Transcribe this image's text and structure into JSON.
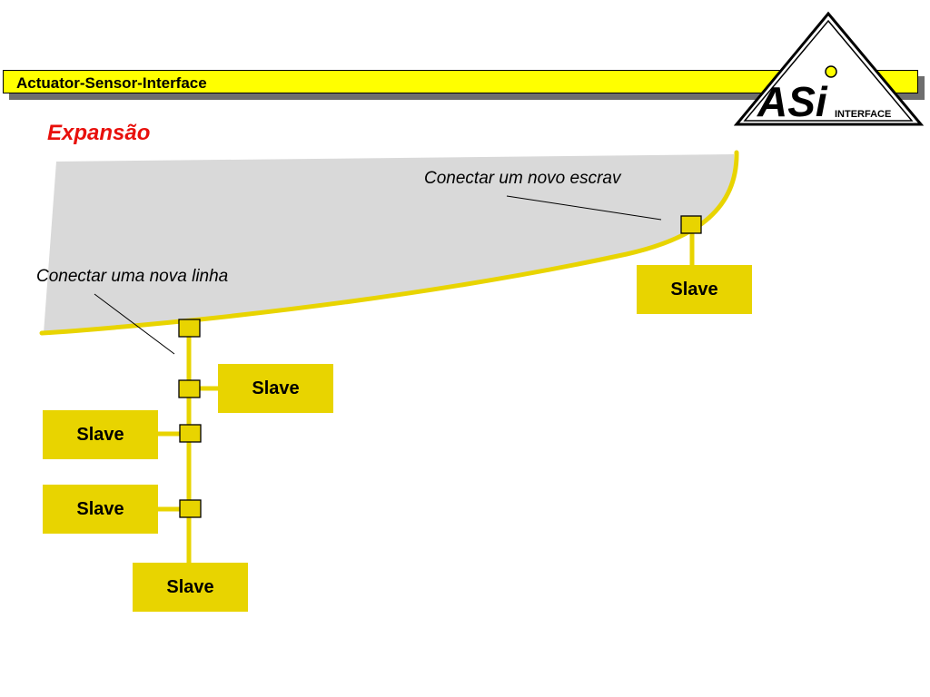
{
  "header": {
    "banner_text": "Actuator-Sensor-Interface",
    "logo_main": "ASi",
    "logo_sub": "INTERFACE"
  },
  "slide": {
    "title": "Expansão"
  },
  "diagram": {
    "callouts": {
      "new_slave": "Conectar um novo escrav",
      "new_line": "Conectar uma nova linha"
    },
    "slaves": {
      "right": "Slave",
      "branch_right": "Slave",
      "branch_left_1": "Slave",
      "branch_left_2": "Slave",
      "bottom": "Slave"
    }
  },
  "colors": {
    "banner": "#ffff00",
    "title": "#e8100c",
    "cable": "#e8d400",
    "slave_box": "#e8d400",
    "area_fill": "#d9d9d9"
  }
}
